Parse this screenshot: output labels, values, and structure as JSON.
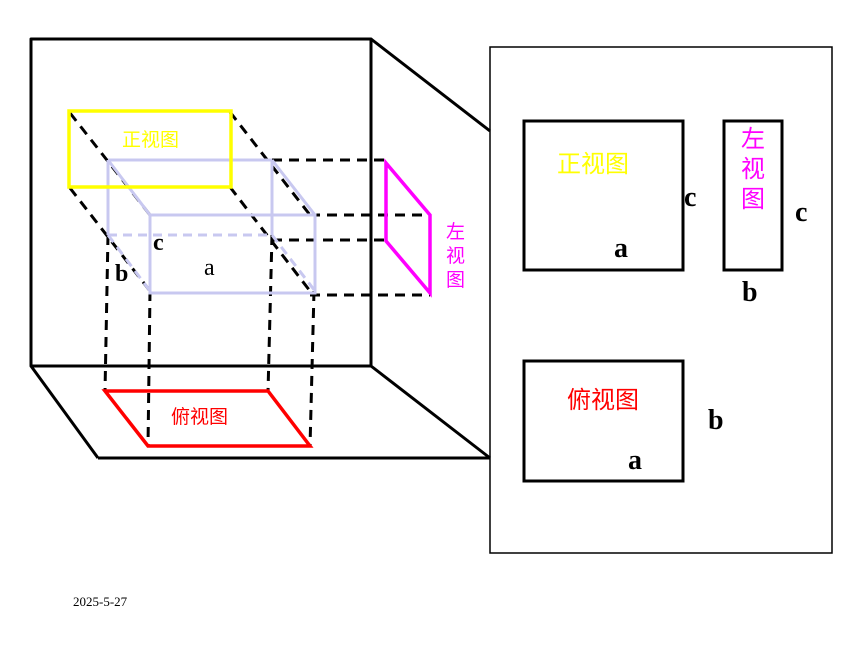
{
  "labels": {
    "front_view": "正视图",
    "side_view": "左视图",
    "side_view_chars": [
      "左",
      "视",
      "图"
    ],
    "top_view": "俯视图",
    "a": "a",
    "b": "b",
    "c": "c"
  },
  "colors": {
    "front": "#ffff00",
    "side": "#ff00ff",
    "top": "#ff0000",
    "box": "#c8c8f0",
    "line": "#000000"
  },
  "footer": {
    "date": "2025-5-27"
  }
}
